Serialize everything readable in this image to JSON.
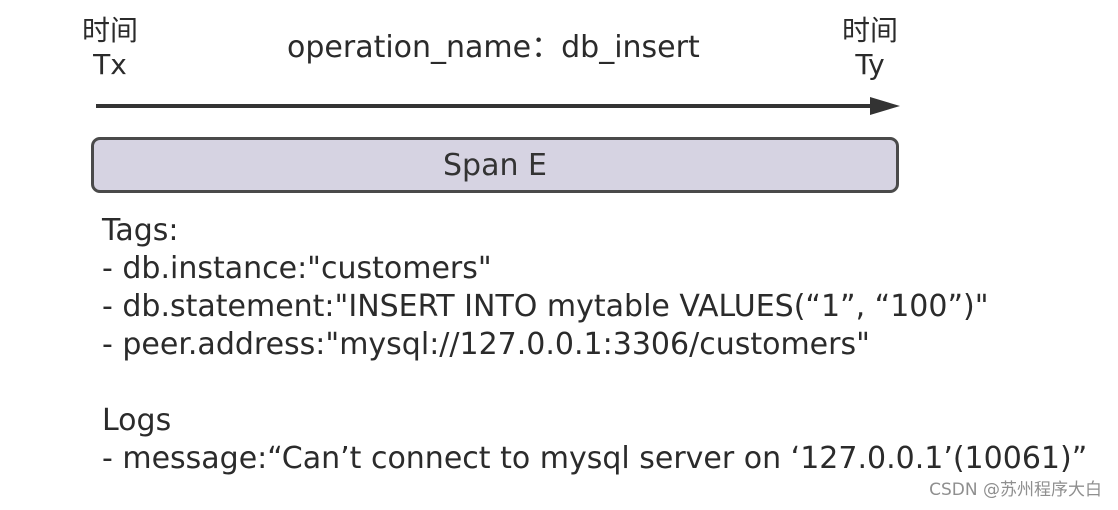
{
  "timeline": {
    "start_label_top": "时间",
    "start_label_bottom": "Tx",
    "end_label_top": "时间",
    "end_label_bottom": "Ty",
    "operation": "operation_name：db_insert"
  },
  "span": {
    "label": "Span E",
    "fill_color": "#d6d3e2"
  },
  "tags": {
    "heading": "Tags:",
    "items": [
      "- db.instance:\"customers\"",
      "- db.statement:\"INSERT INTO mytable VALUES(“1”, “100”)\"",
      "- peer.address:\"mysql://127.0.0.1:3306/customers\""
    ]
  },
  "logs": {
    "heading": "Logs",
    "items": [
      "- message:“Can’t connect to mysql server on ‘127.0.0.1’(10061)”"
    ]
  },
  "watermark": "CSDN @苏州程序大白"
}
